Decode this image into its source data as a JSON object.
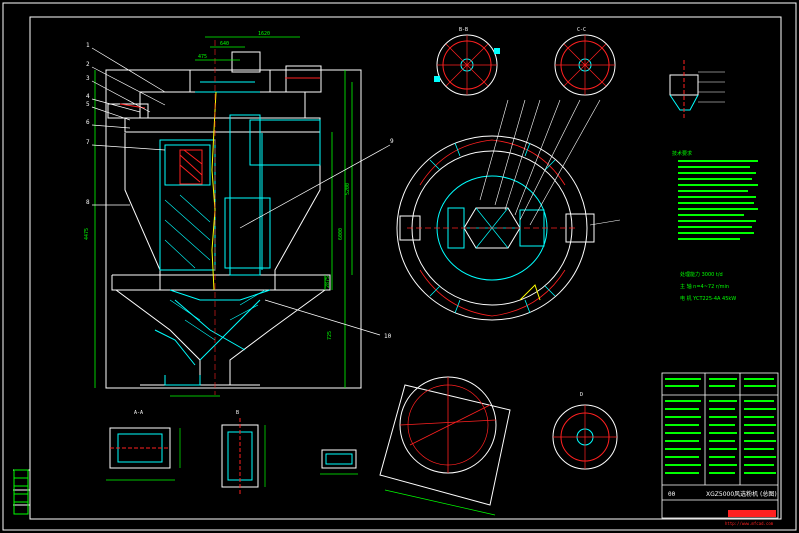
{
  "colors": {
    "background": "#000000",
    "frame": "#ffffff",
    "outline": "#ffffff",
    "dimension": "#00ff00",
    "hidden_line": "#ff2020",
    "structure": "#00ffff",
    "notes_text": "#00ff00",
    "title_highlight": "#ff2020"
  },
  "leader_labels": [
    "1",
    "2",
    "3",
    "4",
    "5",
    "6",
    "7",
    "8",
    "9",
    "10"
  ],
  "view_labels": {
    "top_left_circle": "B-B",
    "top_right_circle": "C-C",
    "section_a": "A-A",
    "section_b": "B",
    "detail_d": "D"
  },
  "dimensions": {
    "top_width": "1620",
    "inlet_width": "640",
    "outlet_width": "475",
    "total_height": "4475",
    "upper_height": "5200",
    "overall_height": "6000",
    "base_offset": "2875",
    "mid_height": "725"
  },
  "title_block": {
    "drawing_title": "XGZ5000风选粉机 (总图)",
    "drawing_number": "00",
    "footer_mark": "http://www.mfcad.com"
  },
  "notes_header": "技术要求",
  "specs": [
    "处理能力 3000 t/d",
    "主 轴  n=4~72 r/min",
    "电 机  YCT225-4A  45kW"
  ]
}
